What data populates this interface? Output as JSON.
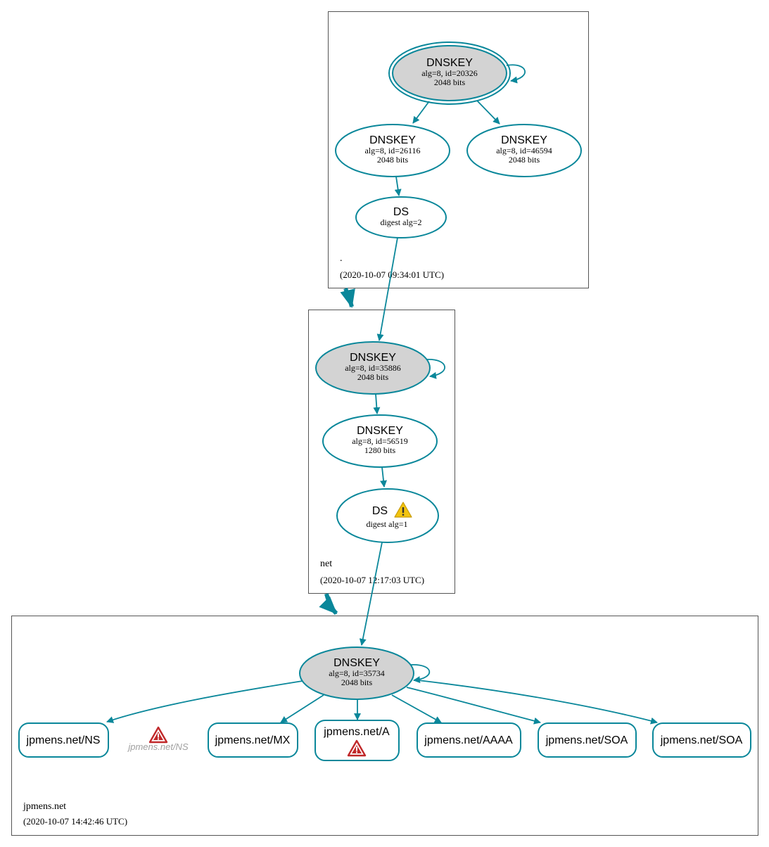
{
  "zones": {
    "root": {
      "label": ".",
      "timestamp": "(2020-10-07 09:34:01 UTC)"
    },
    "net": {
      "label": "net",
      "timestamp": "(2020-10-07 12:17:03 UTC)"
    },
    "jpmens": {
      "label": "jpmens.net",
      "timestamp": "(2020-10-07 14:42:46 UTC)"
    }
  },
  "nodes": {
    "root_ksk": {
      "title": "DNSKEY",
      "line1": "alg=8, id=20326",
      "line2": "2048 bits"
    },
    "root_zsk1": {
      "title": "DNSKEY",
      "line1": "alg=8, id=26116",
      "line2": "2048 bits"
    },
    "root_zsk2": {
      "title": "DNSKEY",
      "line1": "alg=8, id=46594",
      "line2": "2048 bits"
    },
    "root_ds": {
      "title": "DS",
      "line1": "digest alg=2"
    },
    "net_ksk": {
      "title": "DNSKEY",
      "line1": "alg=8, id=35886",
      "line2": "2048 bits"
    },
    "net_zsk": {
      "title": "DNSKEY",
      "line1": "alg=8, id=56519",
      "line2": "1280 bits"
    },
    "net_ds": {
      "title": "DS",
      "line1": "digest alg=1"
    },
    "jp_ksk": {
      "title": "DNSKEY",
      "line1": "alg=8, id=35734",
      "line2": "2048 bits"
    }
  },
  "rrsets": {
    "ns": "jpmens.net/NS",
    "ns_ghost": "jpmens.net/NS",
    "mx": "jpmens.net/MX",
    "a": "jpmens.net/A",
    "aaaa": "jpmens.net/AAAA",
    "soa1": "jpmens.net/SOA",
    "soa2": "jpmens.net/SOA"
  },
  "colors": {
    "edge": "#0a879a",
    "ksk_fill": "#d3d3d3",
    "warning": "#f2c40f",
    "error": "#c0282a"
  },
  "icons": {
    "warning": "warning-triangle-icon",
    "error": "error-triangle-icon"
  }
}
